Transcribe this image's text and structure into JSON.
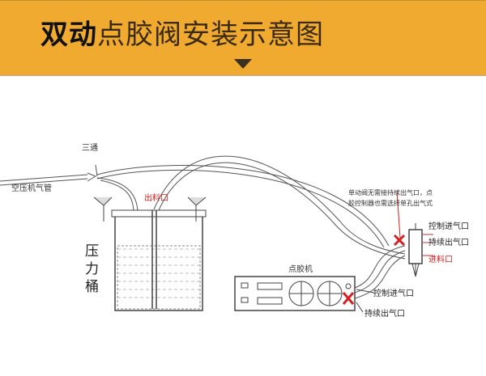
{
  "title": {
    "bold": "双动",
    "rest": "点胶阀安装示意图"
  },
  "labels": {
    "tee": "三通",
    "air_compressor_pipe": "空压机气管",
    "outlet": "出料口",
    "pressure_tank": [
      "压",
      "力",
      "桶"
    ],
    "dispenser": "点胶机",
    "note_line1": "单动阀无需接持续出气口，点",
    "note_line2": "胶控制器也需选择单孔出气式",
    "valve_control_in": "控制进气口",
    "valve_continuous_out": "持续出气口",
    "valve_material_in": "进料口",
    "dispenser_control_in": "控制进气口",
    "dispenser_continuous_out": "持续出气口"
  },
  "colors": {
    "banner": "#f0aa30",
    "accent_red": "#d42020"
  }
}
